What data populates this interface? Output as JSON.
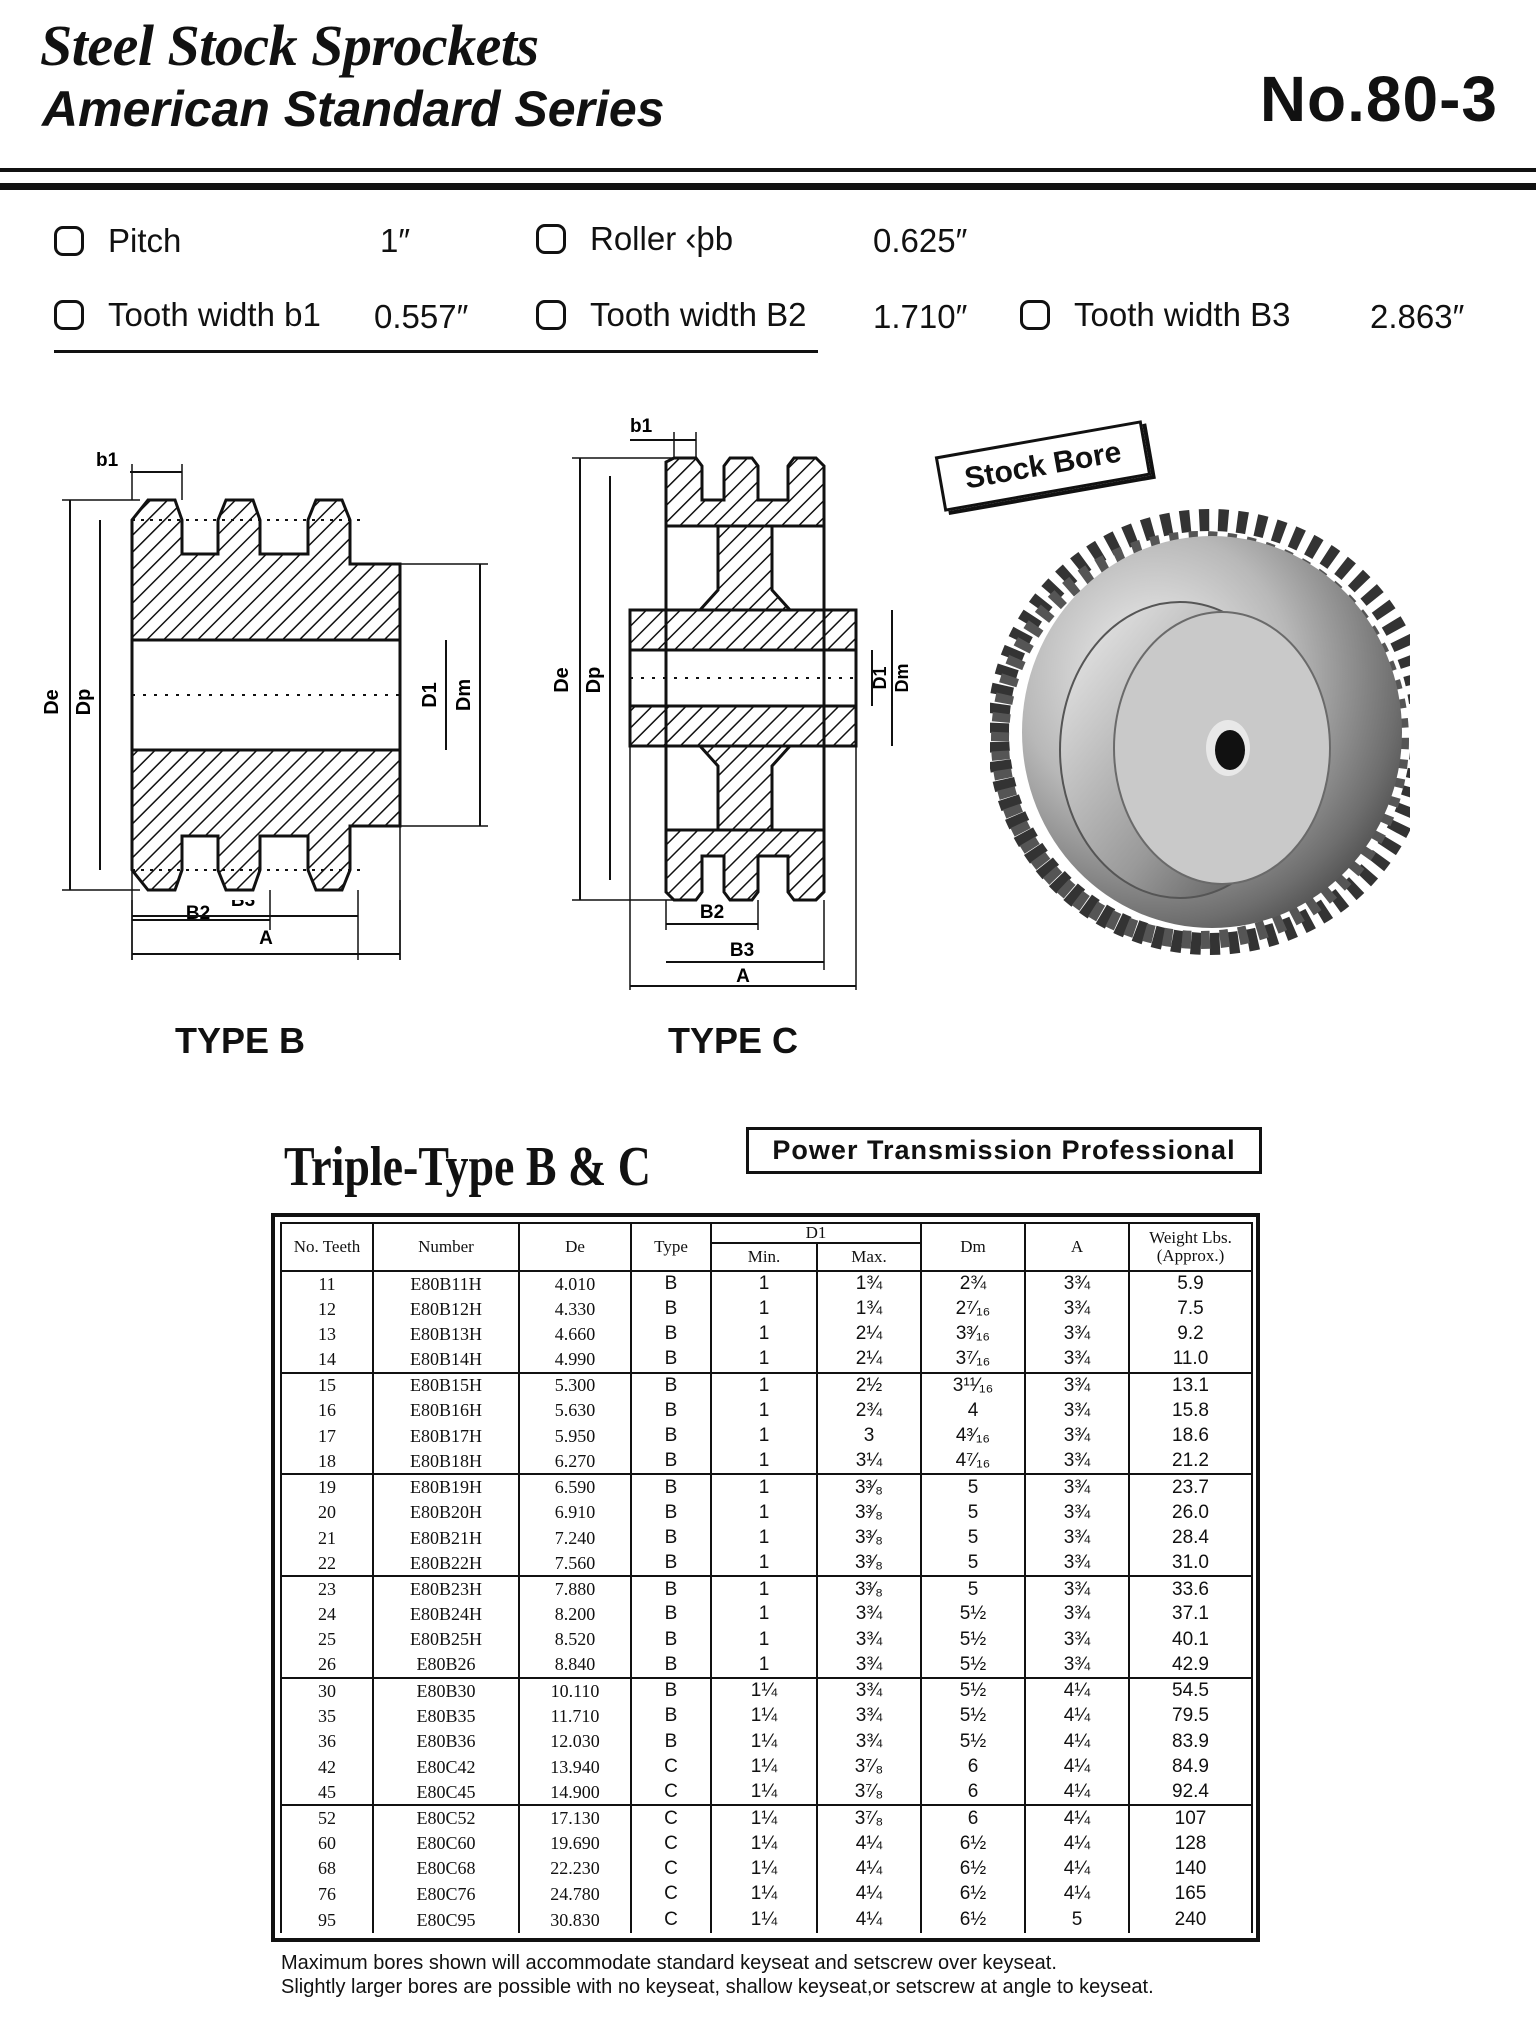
{
  "header": {
    "title_line1": "Steel Stock Sprockets",
    "title_line2": "American Standard Series",
    "model": "No.80-3"
  },
  "specs": {
    "pitch_label": "Pitch",
    "pitch_value": "1″",
    "roller_label": "Roller ‹þb",
    "roller_value": "0.625″",
    "b1_label": "Tooth width b1",
    "b1_value": "0.557″",
    "b2_label": "Tooth width B2",
    "b2_value": "1.710″",
    "b3_label": "Tooth width B3",
    "b3_value": "2.863″"
  },
  "diagram_labels": {
    "b1": "b1",
    "B2": "B2",
    "B3": "B3",
    "A": "A",
    "De": "De",
    "Dp": "Dp",
    "D1": "D1",
    "Dm": "Dm"
  },
  "types": {
    "type_b": "TYPE B",
    "type_c": "TYPE C"
  },
  "stock_bore": "Stock Bore",
  "table_title": "Triple-Type B & C",
  "company_box": "Power Transmission Professional",
  "table": {
    "headers": {
      "teeth": "No. Teeth",
      "number": "Number",
      "de": "De",
      "type": "Type",
      "d1": "D1",
      "min": "Min.",
      "max": "Max.",
      "dm": "Dm",
      "a": "A",
      "weight": "Weight Lbs. (Approx.)"
    },
    "rows": [
      [
        "11",
        "E80B11H",
        "4.010",
        "B",
        "1",
        "1¾",
        "2¾",
        "3¾",
        "5.9"
      ],
      [
        "12",
        "E80B12H",
        "4.330",
        "B",
        "1",
        "1¾",
        "2⁷⁄₁₆",
        "3¾",
        "7.5"
      ],
      [
        "13",
        "E80B13H",
        "4.660",
        "B",
        "1",
        "2¼",
        "3³⁄₁₆",
        "3¾",
        "9.2"
      ],
      [
        "14",
        "E80B14H",
        "4.990",
        "B",
        "1",
        "2¼",
        "3⁷⁄₁₆",
        "3¾",
        "11.0"
      ],
      [
        "15",
        "E80B15H",
        "5.300",
        "B",
        "1",
        "2½",
        "3¹¹⁄₁₆",
        "3¾",
        "13.1"
      ],
      [
        "16",
        "E80B16H",
        "5.630",
        "B",
        "1",
        "2¾",
        "4",
        "3¾",
        "15.8"
      ],
      [
        "17",
        "E80B17H",
        "5.950",
        "B",
        "1",
        "3",
        "4³⁄₁₆",
        "3¾",
        "18.6"
      ],
      [
        "18",
        "E80B18H",
        "6.270",
        "B",
        "1",
        "3¼",
        "4⁷⁄₁₆",
        "3¾",
        "21.2"
      ],
      [
        "19",
        "E80B19H",
        "6.590",
        "B",
        "1",
        "3³⁄₈",
        "5",
        "3¾",
        "23.7"
      ],
      [
        "20",
        "E80B20H",
        "6.910",
        "B",
        "1",
        "3³⁄₈",
        "5",
        "3¾",
        "26.0"
      ],
      [
        "21",
        "E80B21H",
        "7.240",
        "B",
        "1",
        "3³⁄₈",
        "5",
        "3¾",
        "28.4"
      ],
      [
        "22",
        "E80B22H",
        "7.560",
        "B",
        "1",
        "3³⁄₈",
        "5",
        "3¾",
        "31.0"
      ],
      [
        "23",
        "E80B23H",
        "7.880",
        "B",
        "1",
        "3³⁄₈",
        "5",
        "3¾",
        "33.6"
      ],
      [
        "24",
        "E80B24H",
        "8.200",
        "B",
        "1",
        "3¾",
        "5½",
        "3¾",
        "37.1"
      ],
      [
        "25",
        "E80B25H",
        "8.520",
        "B",
        "1",
        "3¾",
        "5½",
        "3¾",
        "40.1"
      ],
      [
        "26",
        "E80B26",
        "8.840",
        "B",
        "1",
        "3¾",
        "5½",
        "3¾",
        "42.9"
      ],
      [
        "30",
        "E80B30",
        "10.110",
        "B",
        "1¼",
        "3¾",
        "5½",
        "4¼",
        "54.5"
      ],
      [
        "35",
        "E80B35",
        "11.710",
        "B",
        "1¼",
        "3¾",
        "5½",
        "4¼",
        "79.5"
      ],
      [
        "36",
        "E80B36",
        "12.030",
        "B",
        "1¼",
        "3¾",
        "5½",
        "4¼",
        "83.9"
      ],
      [
        "42",
        "E80C42",
        "13.940",
        "C",
        "1¼",
        "3⁷⁄₈",
        "6",
        "4¼",
        "84.9"
      ],
      [
        "45",
        "E80C45",
        "14.900",
        "C",
        "1¼",
        "3⁷⁄₈",
        "6",
        "4¼",
        "92.4"
      ],
      [
        "52",
        "E80C52",
        "17.130",
        "C",
        "1¼",
        "3⁷⁄₈",
        "6",
        "4¼",
        "107"
      ],
      [
        "60",
        "E80C60",
        "19.690",
        "C",
        "1¼",
        "4¼",
        "6½",
        "4¼",
        "128"
      ],
      [
        "68",
        "E80C68",
        "22.230",
        "C",
        "1¼",
        "4¼",
        "6½",
        "4¼",
        "140"
      ],
      [
        "76",
        "E80C76",
        "24.780",
        "C",
        "1¼",
        "4¼",
        "6½",
        "4¼",
        "165"
      ],
      [
        "95",
        "E80C95",
        "30.830",
        "C",
        "1¼",
        "4¼",
        "6½",
        "5",
        "240"
      ]
    ],
    "group_ends": [
      3,
      7,
      11,
      15,
      20
    ]
  },
  "footnotes": {
    "line1": "Maximum bores shown will accommodate standard keyseat and setscrew over keyseat.",
    "line2": "Slightly larger bores are possible with no keyseat, shallow keyseat,or setscrew at angle to keyseat."
  }
}
